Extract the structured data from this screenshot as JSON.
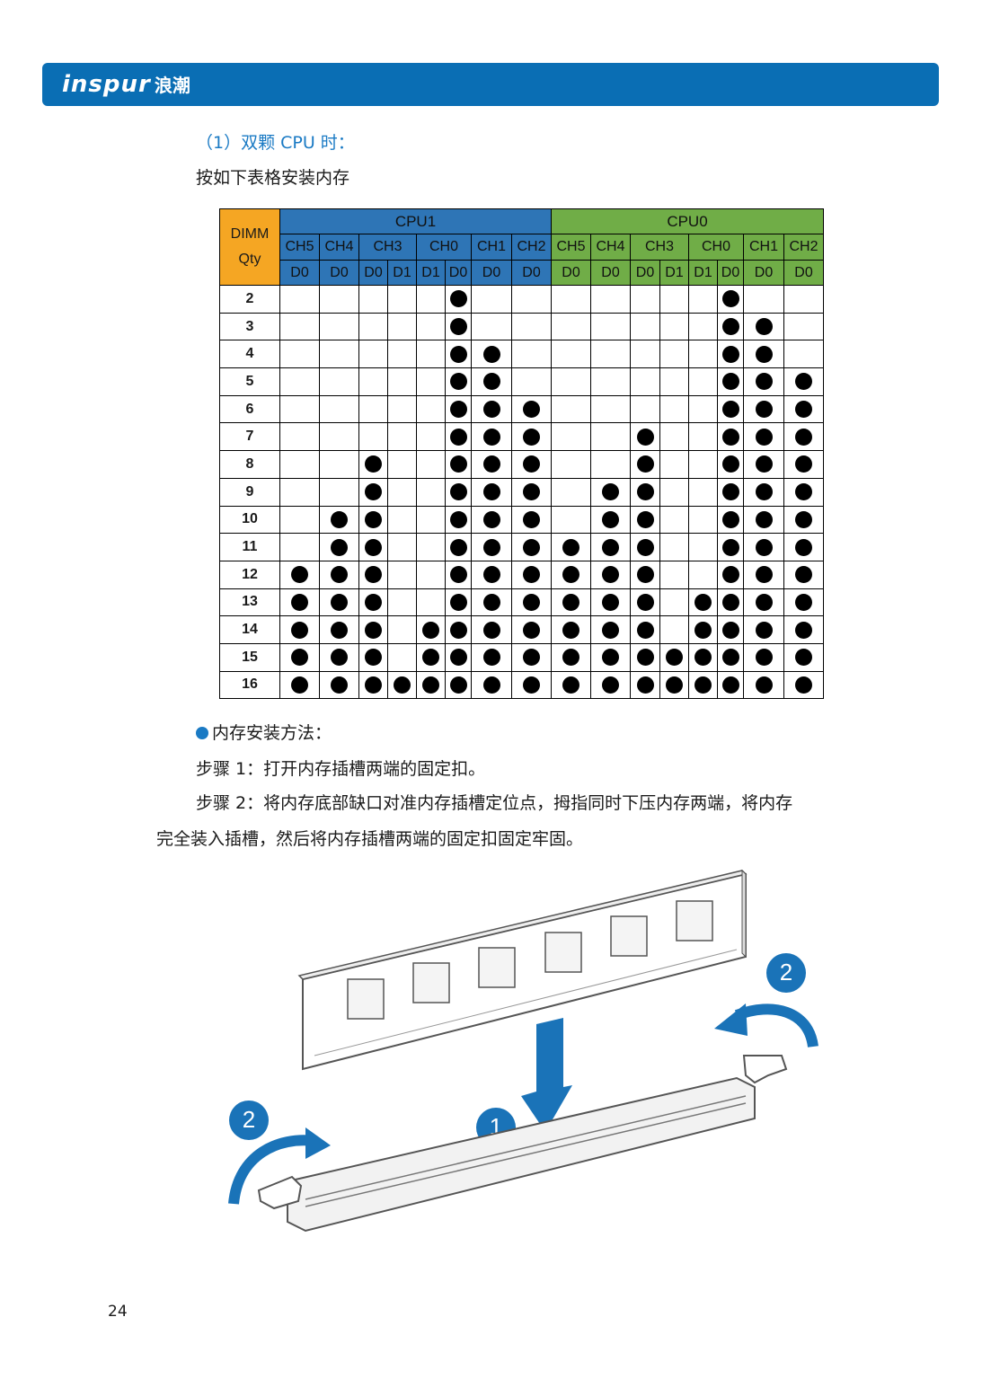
{
  "header": {
    "brand": "inspur",
    "brand_cn": "浪潮"
  },
  "section_title": "（1）双颗 CPU 时：",
  "intro": "按如下表格安装内存",
  "table": {
    "corner": "DIMM Qty",
    "cpu_groups": [
      "CPU1",
      "CPU0"
    ],
    "channels": [
      {
        "name": "CH5",
        "span": 1
      },
      {
        "name": "CH4",
        "span": 1
      },
      {
        "name": "CH3",
        "span": 2
      },
      {
        "name": "CH0",
        "span": 2
      },
      {
        "name": "CH1",
        "span": 1
      },
      {
        "name": "CH2",
        "span": 1
      },
      {
        "name": "CH5",
        "span": 1
      },
      {
        "name": "CH4",
        "span": 1
      },
      {
        "name": "CH3",
        "span": 2
      },
      {
        "name": "CH0",
        "span": 2
      },
      {
        "name": "CH1",
        "span": 1
      },
      {
        "name": "CH2",
        "span": 1
      }
    ],
    "slots": [
      "D0",
      "D0",
      "D0",
      "D1",
      "D1",
      "D0",
      "D0",
      "D0",
      "D0",
      "D0",
      "D0",
      "D1",
      "D1",
      "D0",
      "D0",
      "D0"
    ],
    "rows": [
      {
        "qty": "2",
        "filled": [
          0,
          0,
          0,
          0,
          0,
          1,
          0,
          0,
          0,
          0,
          0,
          0,
          0,
          1,
          0,
          0
        ]
      },
      {
        "qty": "3",
        "filled": [
          0,
          0,
          0,
          0,
          0,
          1,
          0,
          0,
          0,
          0,
          0,
          0,
          0,
          1,
          1,
          0
        ]
      },
      {
        "qty": "4",
        "filled": [
          0,
          0,
          0,
          0,
          0,
          1,
          1,
          0,
          0,
          0,
          0,
          0,
          0,
          1,
          1,
          0
        ]
      },
      {
        "qty": "5",
        "filled": [
          0,
          0,
          0,
          0,
          0,
          1,
          1,
          0,
          0,
          0,
          0,
          0,
          0,
          1,
          1,
          1
        ]
      },
      {
        "qty": "6",
        "filled": [
          0,
          0,
          0,
          0,
          0,
          1,
          1,
          1,
          0,
          0,
          0,
          0,
          0,
          1,
          1,
          1
        ]
      },
      {
        "qty": "7",
        "filled": [
          0,
          0,
          0,
          0,
          0,
          1,
          1,
          1,
          0,
          0,
          1,
          0,
          0,
          1,
          1,
          1
        ]
      },
      {
        "qty": "8",
        "filled": [
          0,
          0,
          1,
          0,
          0,
          1,
          1,
          1,
          0,
          0,
          1,
          0,
          0,
          1,
          1,
          1
        ]
      },
      {
        "qty": "9",
        "filled": [
          0,
          0,
          1,
          0,
          0,
          1,
          1,
          1,
          0,
          1,
          1,
          0,
          0,
          1,
          1,
          1
        ]
      },
      {
        "qty": "10",
        "filled": [
          0,
          1,
          1,
          0,
          0,
          1,
          1,
          1,
          0,
          1,
          1,
          0,
          0,
          1,
          1,
          1
        ]
      },
      {
        "qty": "11",
        "filled": [
          0,
          1,
          1,
          0,
          0,
          1,
          1,
          1,
          1,
          1,
          1,
          0,
          0,
          1,
          1,
          1
        ]
      },
      {
        "qty": "12",
        "filled": [
          1,
          1,
          1,
          0,
          0,
          1,
          1,
          1,
          1,
          1,
          1,
          0,
          0,
          1,
          1,
          1
        ]
      },
      {
        "qty": "13",
        "filled": [
          1,
          1,
          1,
          0,
          0,
          1,
          1,
          1,
          1,
          1,
          1,
          0,
          1,
          1,
          1,
          1
        ]
      },
      {
        "qty": "14",
        "filled": [
          1,
          1,
          1,
          0,
          1,
          1,
          1,
          1,
          1,
          1,
          1,
          0,
          1,
          1,
          1,
          1
        ]
      },
      {
        "qty": "15",
        "filled": [
          1,
          1,
          1,
          0,
          1,
          1,
          1,
          1,
          1,
          1,
          1,
          1,
          1,
          1,
          1,
          1
        ]
      },
      {
        "qty": "16",
        "filled": [
          1,
          1,
          1,
          1,
          1,
          1,
          1,
          1,
          1,
          1,
          1,
          1,
          1,
          1,
          1,
          1
        ]
      }
    ]
  },
  "method_title": "内存安装方法：",
  "step1": "步骤 1：打开内存插槽两端的固定扣。",
  "step2_line1": "步骤 2：将内存底部缺口对准内存插槽定位点，拇指同时下压内存两端，将内存",
  "step2_line2": "完全装入插槽，然后将内存插槽两端的固定扣固定牢固。",
  "figure": {
    "callout_1": "1",
    "callout_2": "2"
  },
  "page_number": "24",
  "colors": {
    "header": "#0a6eb4",
    "cpu1": "#2e75b6",
    "cpu0": "#70ad47",
    "dimm_header": "#f5a623",
    "accent": "#1a7ac4"
  }
}
